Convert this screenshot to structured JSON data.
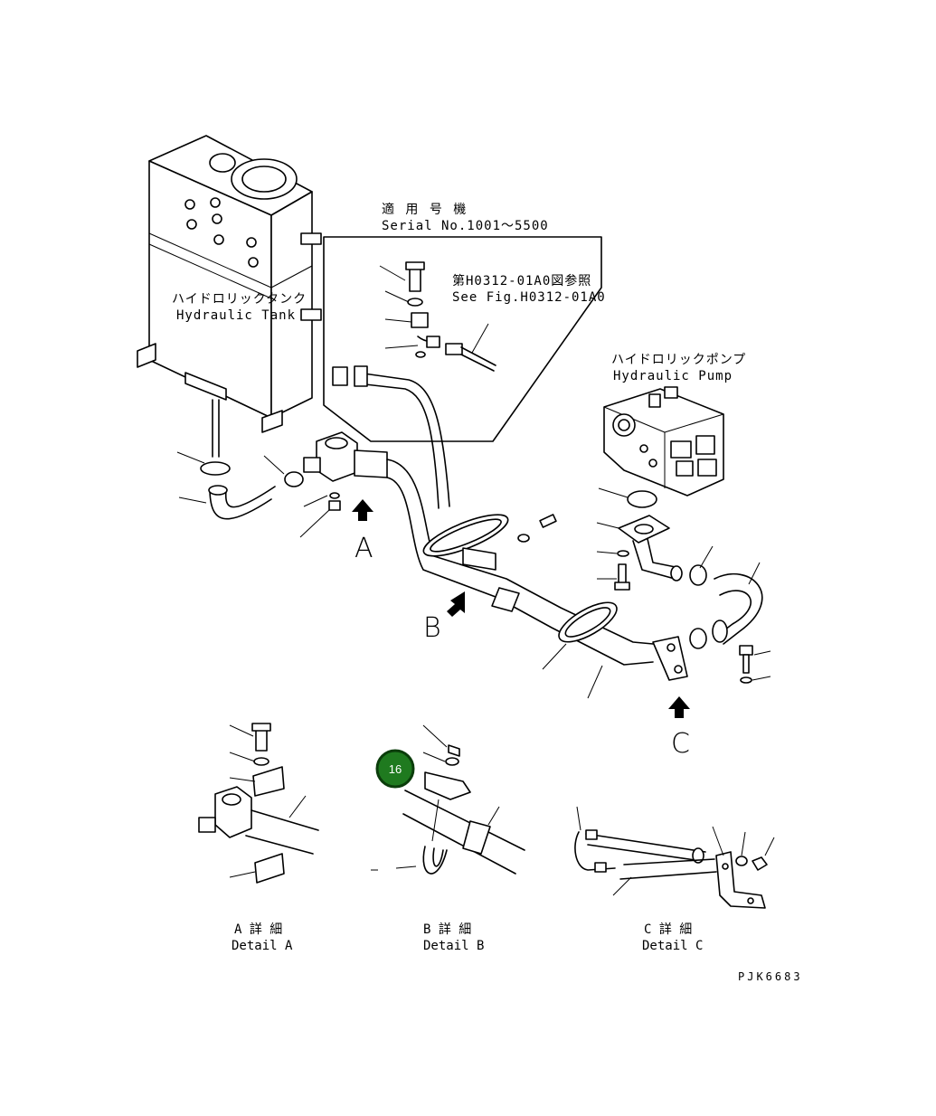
{
  "labels": {
    "serial_jp": "適 用 号 機",
    "serial_en": "Serial No.1001～5500",
    "ref_jp": "第H0312-01A0図参照",
    "ref_en": "See Fig.H0312-01A0",
    "tank_jp": "ハイドロリックタンク",
    "tank_en": "Hydraulic Tank",
    "pump_jp": "ハイドロリックポンプ",
    "pump_en": "Hydraulic Pump",
    "view_a": "A",
    "view_b": "B",
    "view_c": "C",
    "detail_a_jp": "A 詳 細",
    "detail_a_en": "Detail A",
    "detail_b_jp": "B 詳 細",
    "detail_b_en": "Detail B",
    "detail_c_jp": "C 詳 細",
    "detail_c_en": "Detail C",
    "drawing_code": "PJK6683",
    "callout": "16"
  },
  "colors": {
    "callout_fill": "#1f7a1f",
    "callout_border": "#0b3d0b",
    "callout_text": "#ffffff"
  }
}
